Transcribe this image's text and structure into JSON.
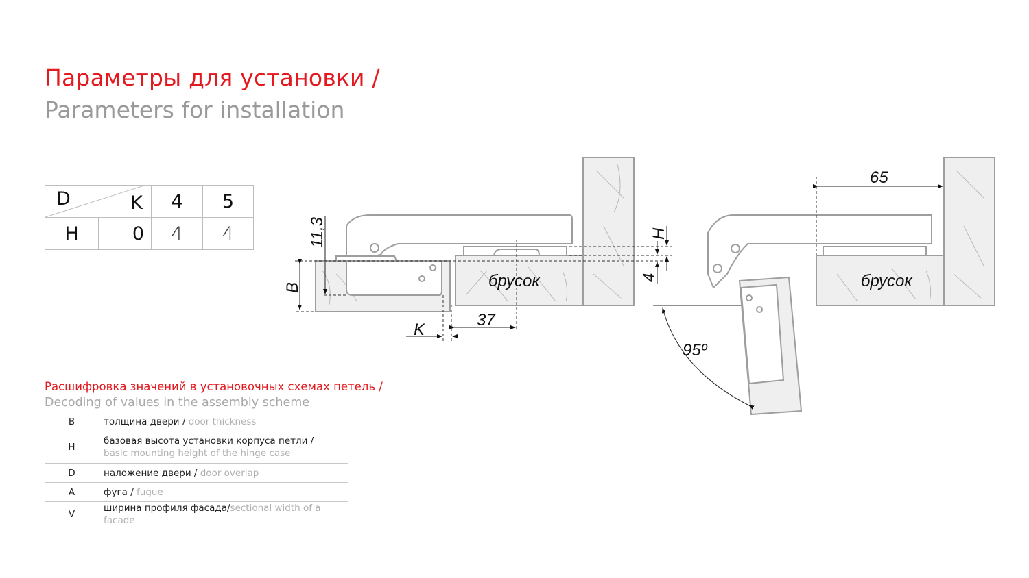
{
  "title": {
    "ru": "Параметры для установки /",
    "en": "Parameters for installation"
  },
  "params_table": {
    "corner_d": "D",
    "corner_k": "K",
    "k_values": [
      "4",
      "5"
    ],
    "row_label": "H",
    "d_value": "0",
    "h_values": [
      "4",
      "4"
    ]
  },
  "decoding": {
    "title_ru": "Расшифровка значений в установочных схемах петель /",
    "title_en": "Decoding of values in the assembly scheme",
    "rows": [
      {
        "key": "B",
        "ru": "толщина двери / ",
        "en": "door thickness"
      },
      {
        "key": "H",
        "ru": "базовая высота установки корпуса петли /",
        "en": "basic mounting height of the hinge case"
      },
      {
        "key": "D",
        "ru": "наложение двери / ",
        "en": "door overlap"
      },
      {
        "key": "A",
        "ru": "фуга / ",
        "en": "fugue"
      },
      {
        "key": "V",
        "ru": "ширина профиля фасада/",
        "en": "sectional width of a facade"
      }
    ]
  },
  "diagram": {
    "dim_11_3": "11,3",
    "dim_b": "B",
    "dim_k": "K",
    "dim_37": "37",
    "dim_h": "H",
    "dim_4": "4",
    "dim_65": "65",
    "angle": "95º",
    "bar_label": "брусок"
  }
}
